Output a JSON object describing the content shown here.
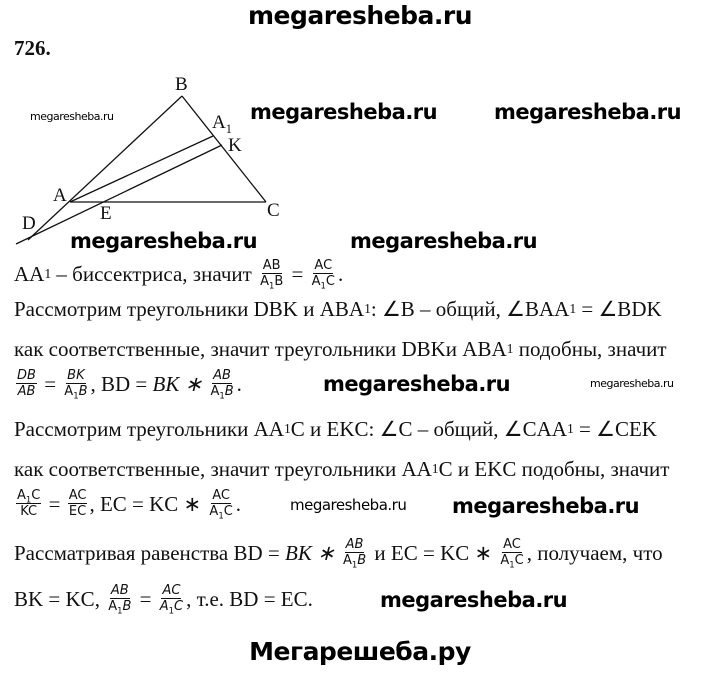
{
  "header": {
    "site": "megaresheba.ru",
    "problem_number": "726.",
    "footer": "Мегарешеба.ру"
  },
  "watermark": "megaresheba.ru",
  "diagram": {
    "labels": {
      "B": "B",
      "A1": "A",
      "A1_sub": "1",
      "K": "K",
      "A": "A",
      "E": "E",
      "C": "C",
      "D": "D"
    }
  },
  "lines": [
    [
      "AA",
      {
        "sub": "1"
      },
      " – биссектриса, значит ",
      {
        "frac": [
          [
            "AB"
          ],
          [
            "A",
            {
              "sub": "1"
            },
            "B"
          ]
        ]
      },
      " = ",
      {
        "frac": [
          [
            "AC"
          ],
          [
            "A",
            {
              "sub": "1"
            },
            "C"
          ]
        ]
      },
      "."
    ],
    [
      "Рассмотрим треугольники DBK и ABA",
      {
        "sub": "1"
      },
      ": ∠B – общий, ∠BAA",
      {
        "sub": "1"
      },
      " = ∠BDK"
    ],
    [
      "как соответственные, значит треугольники DBKи ABA",
      {
        "sub": "1"
      },
      " подобны, значит"
    ],
    [
      {
        "frac": [
          [
            {
              "i": "DB"
            }
          ],
          [
            {
              "i": "AB"
            }
          ]
        ]
      },
      " = ",
      {
        "frac": [
          [
            {
              "i": "BK"
            }
          ],
          [
            "A",
            {
              "sub": "1"
            },
            {
              "i": "B"
            }
          ]
        ]
      },
      ", BD = ",
      {
        "i": "BK ∗ "
      },
      {
        "frac": [
          [
            {
              "i": "AB"
            }
          ],
          [
            "A",
            {
              "sub": "1"
            },
            {
              "i": "B"
            }
          ]
        ]
      },
      "."
    ],
    [
      "Рассмотрим треугольники AA",
      {
        "sub": "1"
      },
      "C и EKC: ∠C – общий, ∠CAA",
      {
        "sub": "1"
      },
      " = ∠CEK"
    ],
    [
      "как соответственные, значит треугольники AA",
      {
        "sub": "1"
      },
      "C и EKC подобны, значит"
    ],
    [
      {
        "frac": [
          [
            "A",
            {
              "sub": "1"
            },
            "C"
          ],
          [
            "KC"
          ]
        ]
      },
      " = ",
      {
        "frac": [
          [
            "AC"
          ],
          [
            "EC"
          ]
        ]
      },
      ", EC = KC ∗ ",
      {
        "frac": [
          [
            "AC"
          ],
          [
            "A",
            {
              "sub": "1"
            },
            "C"
          ]
        ]
      },
      "."
    ],
    [
      "Рассматривая равенства BD = ",
      {
        "i": "BK ∗ "
      },
      {
        "frac": [
          [
            {
              "i": "AB"
            }
          ],
          [
            "A",
            {
              "sub": "1"
            },
            {
              "i": "B"
            }
          ]
        ]
      },
      " и EC = KC ∗ ",
      {
        "frac": [
          [
            "AC"
          ],
          [
            "A",
            {
              "sub": "1"
            },
            "C"
          ]
        ]
      },
      ", получаем, что"
    ],
    [
      "BK = KC, ",
      {
        "frac": [
          [
            {
              "i": "AB"
            }
          ],
          [
            "A",
            {
              "sub": "1"
            },
            {
              "i": "B"
            }
          ]
        ]
      },
      " = ",
      {
        "frac": [
          [
            {
              "i": "AC"
            }
          ],
          [
            {
              "i": "A"
            },
            {
              "sub": "1"
            },
            {
              "i": "C"
            }
          ]
        ]
      },
      ", т.е. BD = EC."
    ]
  ]
}
